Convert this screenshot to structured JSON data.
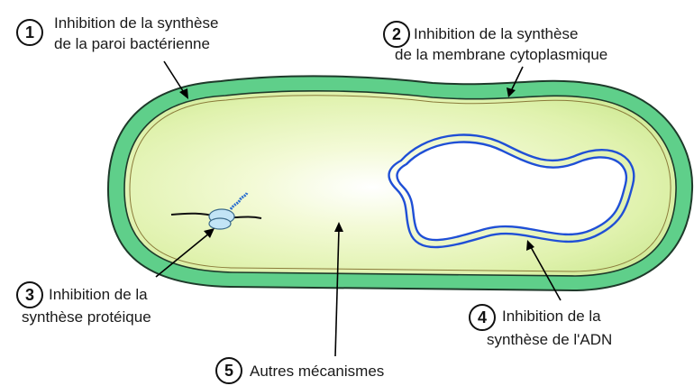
{
  "colors": {
    "cell_wall_outer": "#5fcf8a",
    "cell_wall_stroke": "#1e3a2a",
    "cytoplasm_center": "#ffffff",
    "cytoplasm_mid": "#eef8c8",
    "cytoplasm_edge": "#d2eb9a",
    "dna": "#1f4fd6",
    "ribosome": "#c2e4f6"
  },
  "icons": {
    "ribosome": "ribosome-icon",
    "dna": "dna-loop-icon",
    "mrna": "mrna-strand-icon"
  },
  "labels": [
    {
      "number": "1",
      "line1": "Inhibition de la synthèse",
      "line2": "de la paroi bactérienne"
    },
    {
      "number": "2",
      "line1": "Inhibition de la synthèse",
      "line2": "de la membrane cytoplasmique"
    },
    {
      "number": "3",
      "line1": "Inhibition de la",
      "line2": "synthèse protéique"
    },
    {
      "number": "4",
      "line1": "Inhibition de la",
      "line2": "synthèse de l'ADN"
    },
    {
      "number": "5",
      "line1": "Autres mécanismes",
      "line2": ""
    }
  ]
}
